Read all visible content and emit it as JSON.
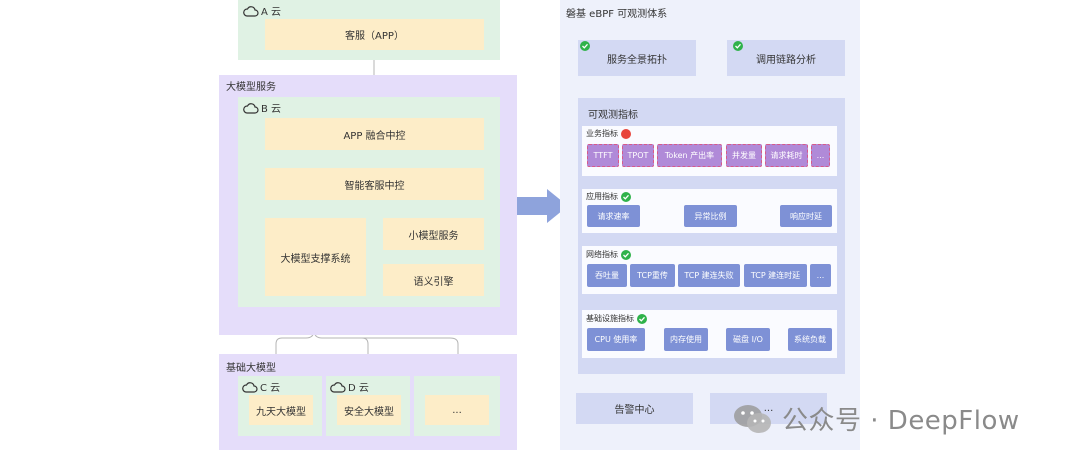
{
  "left": {
    "cloud_a": {
      "label": "A 云",
      "app_box": "客服（APP）"
    },
    "llm_service": {
      "title": "大模型服务",
      "cloud_b": {
        "label": "B 云",
        "app_fusion": "APP 融合中控",
        "smart_cs": "智能客服中控",
        "support_system": "大模型支撑系统",
        "small_model": "小模型服务",
        "semantic_engine": "语义引擎"
      }
    },
    "base_models": {
      "title": "基础大模型",
      "cloud_c": {
        "label": "C 云",
        "model": "九天大模型"
      },
      "cloud_d": {
        "label": "D 云",
        "model": "安全大模型"
      },
      "more": "..."
    }
  },
  "right": {
    "title": "磐基 eBPF 可观测体系",
    "service_topology": "服务全景拓扑",
    "call_chain": "调用链路分析",
    "metrics": {
      "title": "可观测指标",
      "groups": [
        {
          "title": "业务指标",
          "status": "bad",
          "chips": [
            "TTFT",
            "TPOT",
            "Token 产出率",
            "并发量",
            "请求耗时",
            "..."
          ]
        },
        {
          "title": "应用指标",
          "status": "ok",
          "chips": [
            "请求速率",
            "异常比例",
            "响应时延"
          ]
        },
        {
          "title": "网络指标",
          "status": "ok",
          "chips": [
            "吞吐量",
            "TCP重传",
            "TCP 建连失败",
            "TCP 建连时延",
            "..."
          ]
        },
        {
          "title": "基础设施指标",
          "status": "ok",
          "chips": [
            "CPU 使用率",
            "内存使用",
            "磁盘 I/O",
            "系统负载"
          ]
        }
      ]
    },
    "alert_center": "告警中心",
    "more": "..."
  },
  "watermark": "公众号 · DeepFlow",
  "colors": {
    "green_panel": "#e0f2e4",
    "purple_panel": "#e5ddfa",
    "yellow_box": "#fdedc8",
    "chip_blue": "#7e91d6",
    "arrow": "#8ea3dc"
  }
}
